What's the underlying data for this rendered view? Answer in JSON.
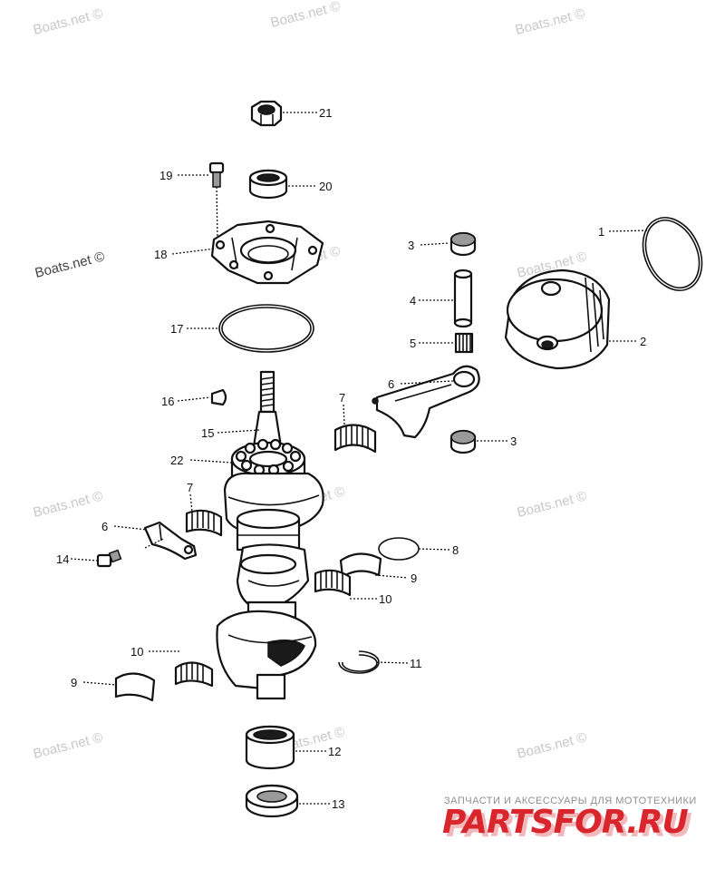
{
  "watermark": "Boats.net ©",
  "brand": {
    "subtitle": "ЗАПЧАСТИ И АКСЕССУАРЫ ДЛЯ МОТОТЕХНИКИ",
    "logo_text": "PARTSFOR.RU",
    "logo_color": "#d9262c",
    "logo_shadow_color": "#f1b9bb"
  },
  "callouts": [
    "21",
    "19",
    "20",
    "18",
    "17",
    "16",
    "15",
    "22",
    "7",
    "6",
    "14",
    "3",
    "4",
    "5",
    "6",
    "7",
    "3",
    "1",
    "2",
    "8",
    "9",
    "10",
    "11",
    "10",
    "9",
    "12",
    "13"
  ]
}
